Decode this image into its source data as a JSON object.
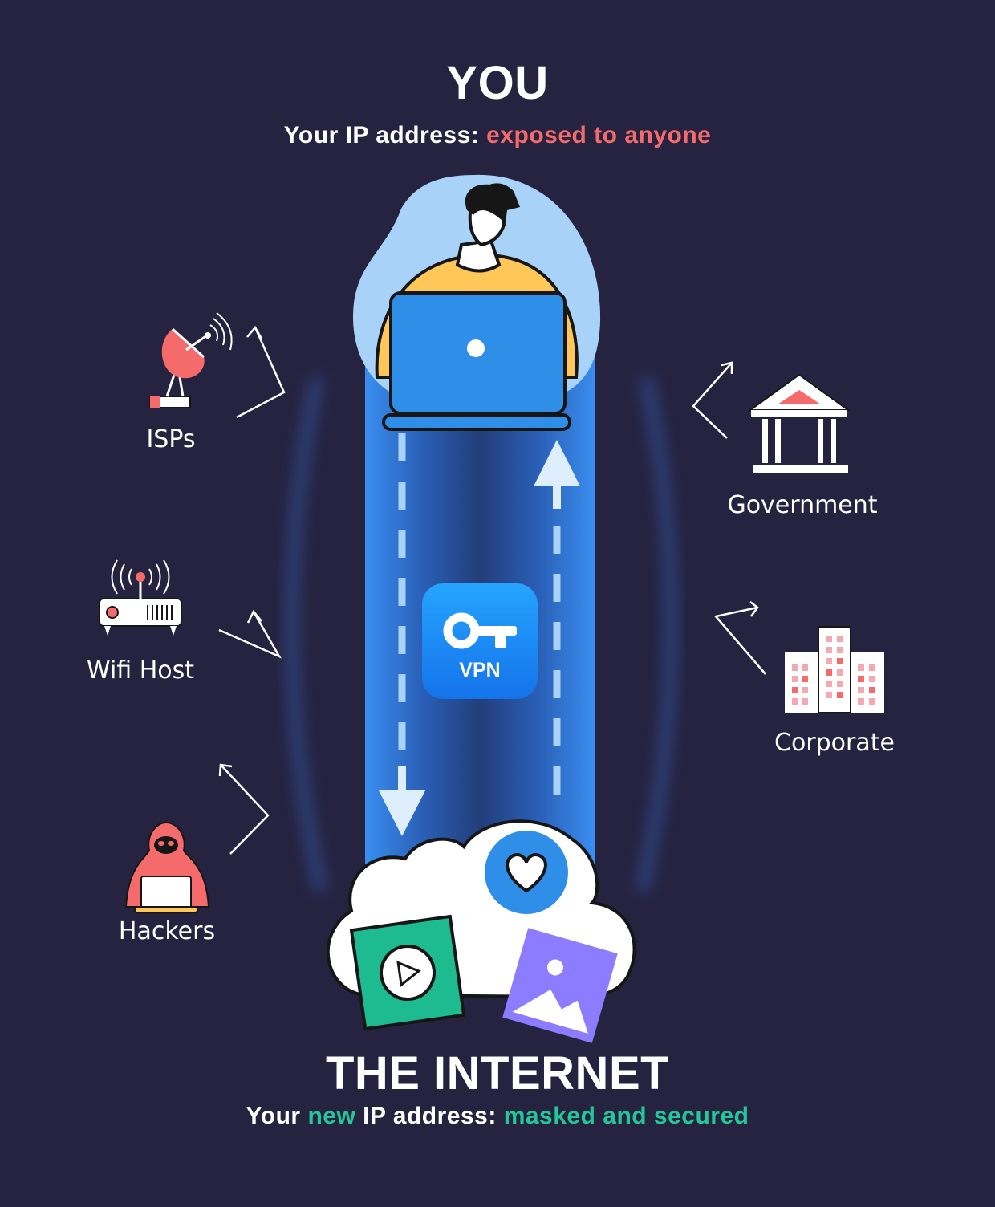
{
  "header": {
    "title": "YOU",
    "subtitle_prefix": "Your IP address: ",
    "subtitle_highlight": "exposed to anyone"
  },
  "footer": {
    "title": "THE INTERNET",
    "subtitle_part1": "Your ",
    "subtitle_part2": "new",
    "subtitle_part3": " IP address: ",
    "subtitle_part4": "masked and secured"
  },
  "vpn_badge": {
    "label": "VPN"
  },
  "threats_left": [
    {
      "label": "ISPs",
      "icon": "satellite-dish-icon"
    },
    {
      "label": "Wifi Host",
      "icon": "wifi-router-icon"
    },
    {
      "label": "Hackers",
      "icon": "hacker-icon"
    }
  ],
  "threats_right": [
    {
      "label": "Government",
      "icon": "government-building-icon"
    },
    {
      "label": "Corporate",
      "icon": "office-buildings-icon"
    }
  ],
  "colors": {
    "background": "#262340",
    "exposed": "#f56b6b",
    "secured": "#23c79a",
    "tunnel": "#2f86e0",
    "vpn_badge": "#1f8ef5"
  }
}
